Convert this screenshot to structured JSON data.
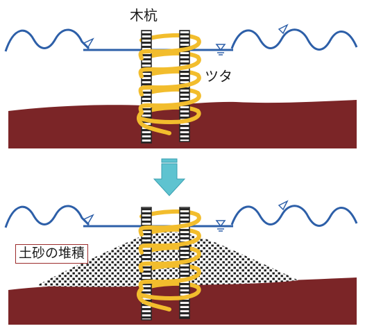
{
  "labels": {
    "pile": "木杭",
    "vine": "ツタ",
    "sediment": "土砂の堆積"
  },
  "colors": {
    "water_line": "#2d5fa8",
    "ground": "#7b2527",
    "vine": "#f2bd2d",
    "pile_dark": "#262626",
    "pile_light": "#ffffff",
    "arrow_fill": "#5ec3d0",
    "sediment_dot": "#1a1a1a",
    "label_border": "#9b2a2a"
  },
  "icons": {
    "water_surface": "inverted-triangle-water-level-icon",
    "transition": "down-arrow-icon"
  }
}
